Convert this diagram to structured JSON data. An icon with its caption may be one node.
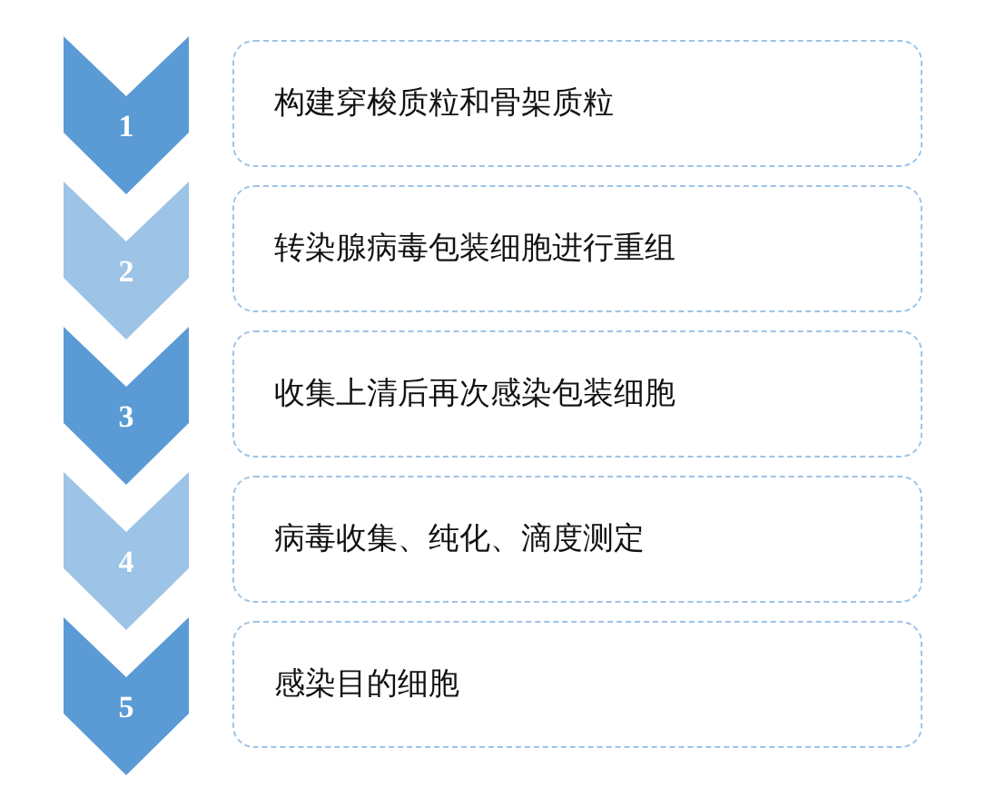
{
  "diagram": {
    "nodes": [
      {
        "text": [
          "1"
        ]
      },
      {
        "text": [
          "构建穿梭质粒和骨架质粒"
        ]
      },
      {
        "text": [
          "2"
        ]
      },
      {
        "text": [
          "转染腺病毒包装细胞进行重组"
        ]
      },
      {
        "text": [
          "3"
        ]
      },
      {
        "text": [
          "收集上清后再次感染包装细胞"
        ]
      },
      {
        "text": [
          "4"
        ]
      },
      {
        "text": [
          "病毒收集、纯化、滴度测定"
        ]
      },
      {
        "text": [
          "5"
        ]
      },
      {
        "text": [
          "感染目的细胞"
        ]
      }
    ]
  }
}
